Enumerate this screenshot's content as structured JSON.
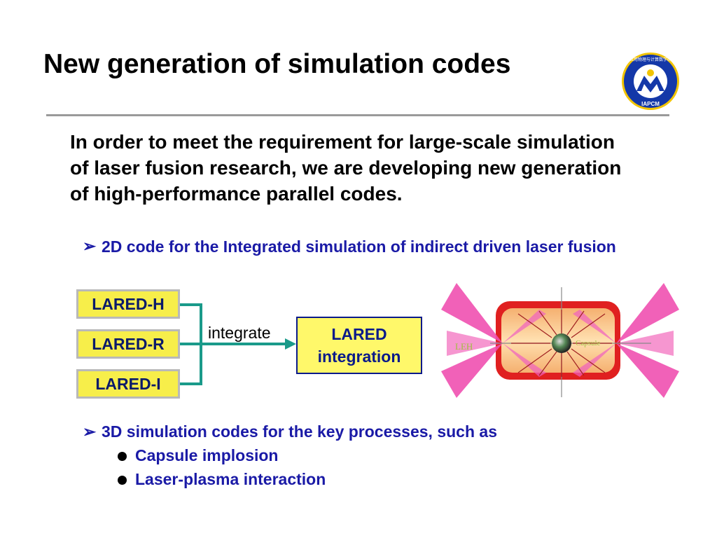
{
  "slide": {
    "title": "New generation of simulation codes",
    "intro": "In order to meet the requirement for large-scale simulation of laser fusion research, we are developing new generation of high-performance parallel codes.",
    "bullet_marker": "➢",
    "bullets": [
      {
        "text": "2D code for the Integrated simulation of indirect driven laser fusion"
      },
      {
        "text": "3D simulation codes for the key processes, such as"
      }
    ],
    "sub_bullets": [
      {
        "text": "Capsule implosion"
      },
      {
        "text": "Laser-plasma interaction"
      }
    ]
  },
  "diagram": {
    "modules": [
      "LARED-H",
      "LARED-R",
      "LARED-I"
    ],
    "edge_label": "integrate",
    "target": {
      "line1": "LARED",
      "line2": "integration"
    },
    "hohlraum": {
      "label_left": "LEH",
      "label_capsule": "Capsule"
    }
  },
  "logo": {
    "text_top": "北京应用物理与计算数学研究所",
    "text_bottom": "IAPCM"
  },
  "colors": {
    "bullet_blue": "#1a1aa6",
    "module_fill": "#f7ee4a",
    "connector_green": "#1a9a8a",
    "laser_pink": "#f050b0",
    "hohlraum_red": "#e02020"
  }
}
